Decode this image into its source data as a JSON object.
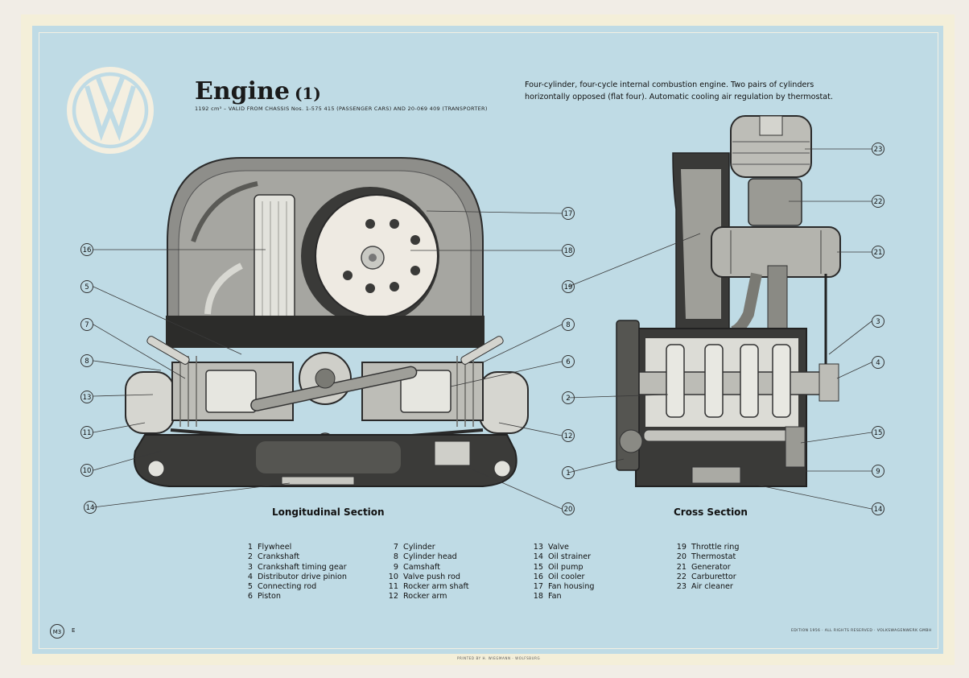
{
  "header": {
    "title": "Engine",
    "volume": "(1)",
    "subtitle": "1192 cm³ – VALID FROM CHASSIS Nos. 1-575 415 (PASSENGER CARS) AND 20-069 409 (TRANSPORTER)",
    "description": "Four-cylinder, four-cycle internal combustion engine. Two pairs of cylinders horizontally opposed (flat four). Automatic cooling air regulation by thermostat."
  },
  "sections": {
    "longitudinal": "Longitudinal Section",
    "cross": "Cross Section"
  },
  "callouts": {
    "left": [
      "16",
      "5",
      "7",
      "8",
      "13",
      "11",
      "10",
      "14"
    ],
    "middle": [
      "17",
      "18",
      "8",
      "6",
      "12",
      "20"
    ],
    "cross_left": [
      "19",
      "2",
      "1"
    ],
    "cross_right": [
      "23",
      "22",
      "21",
      "3",
      "4",
      "15",
      "9",
      "14"
    ]
  },
  "legend": {
    "col1": [
      {
        "num": "1",
        "label": "Flywheel"
      },
      {
        "num": "2",
        "label": "Crankshaft"
      },
      {
        "num": "3",
        "label": "Crankshaft timing gear"
      },
      {
        "num": "4",
        "label": "Distributor drive pinion"
      },
      {
        "num": "5",
        "label": "Connecting rod"
      },
      {
        "num": "6",
        "label": "Piston"
      }
    ],
    "col2": [
      {
        "num": "7",
        "label": "Cylinder"
      },
      {
        "num": "8",
        "label": "Cylinder head"
      },
      {
        "num": "9",
        "label": "Camshaft"
      },
      {
        "num": "10",
        "label": "Valve push rod"
      },
      {
        "num": "11",
        "label": "Rocker arm shaft"
      },
      {
        "num": "12",
        "label": "Rocker arm"
      }
    ],
    "col3": [
      {
        "num": "13",
        "label": "Valve"
      },
      {
        "num": "14",
        "label": "Oil strainer"
      },
      {
        "num": "15",
        "label": "Oil pump"
      },
      {
        "num": "16",
        "label": "Oil cooler"
      },
      {
        "num": "17",
        "label": "Fan housing"
      },
      {
        "num": "18",
        "label": "Fan"
      }
    ],
    "col4": [
      {
        "num": "19",
        "label": "Throttle ring"
      },
      {
        "num": "20",
        "label": "Thermostat"
      },
      {
        "num": "21",
        "label": "Generator"
      },
      {
        "num": "22",
        "label": "Carburettor"
      },
      {
        "num": "23",
        "label": "Air cleaner"
      }
    ]
  },
  "footer": {
    "badge": "M3",
    "lang": "E",
    "edition": "EDITION 1956 · ALL RIGHTS RESERVED · VOLKSWAGENWERK GMBH",
    "printer": "PRINTED BY H. WIEGMANN · WOLFSBURG"
  },
  "colors": {
    "panel": "#bfdbe5",
    "border": "#f4efd9",
    "engine_metal": "#8a8a86",
    "engine_dark": "#3c3c3a",
    "logo_fill": "#f4efe0"
  }
}
